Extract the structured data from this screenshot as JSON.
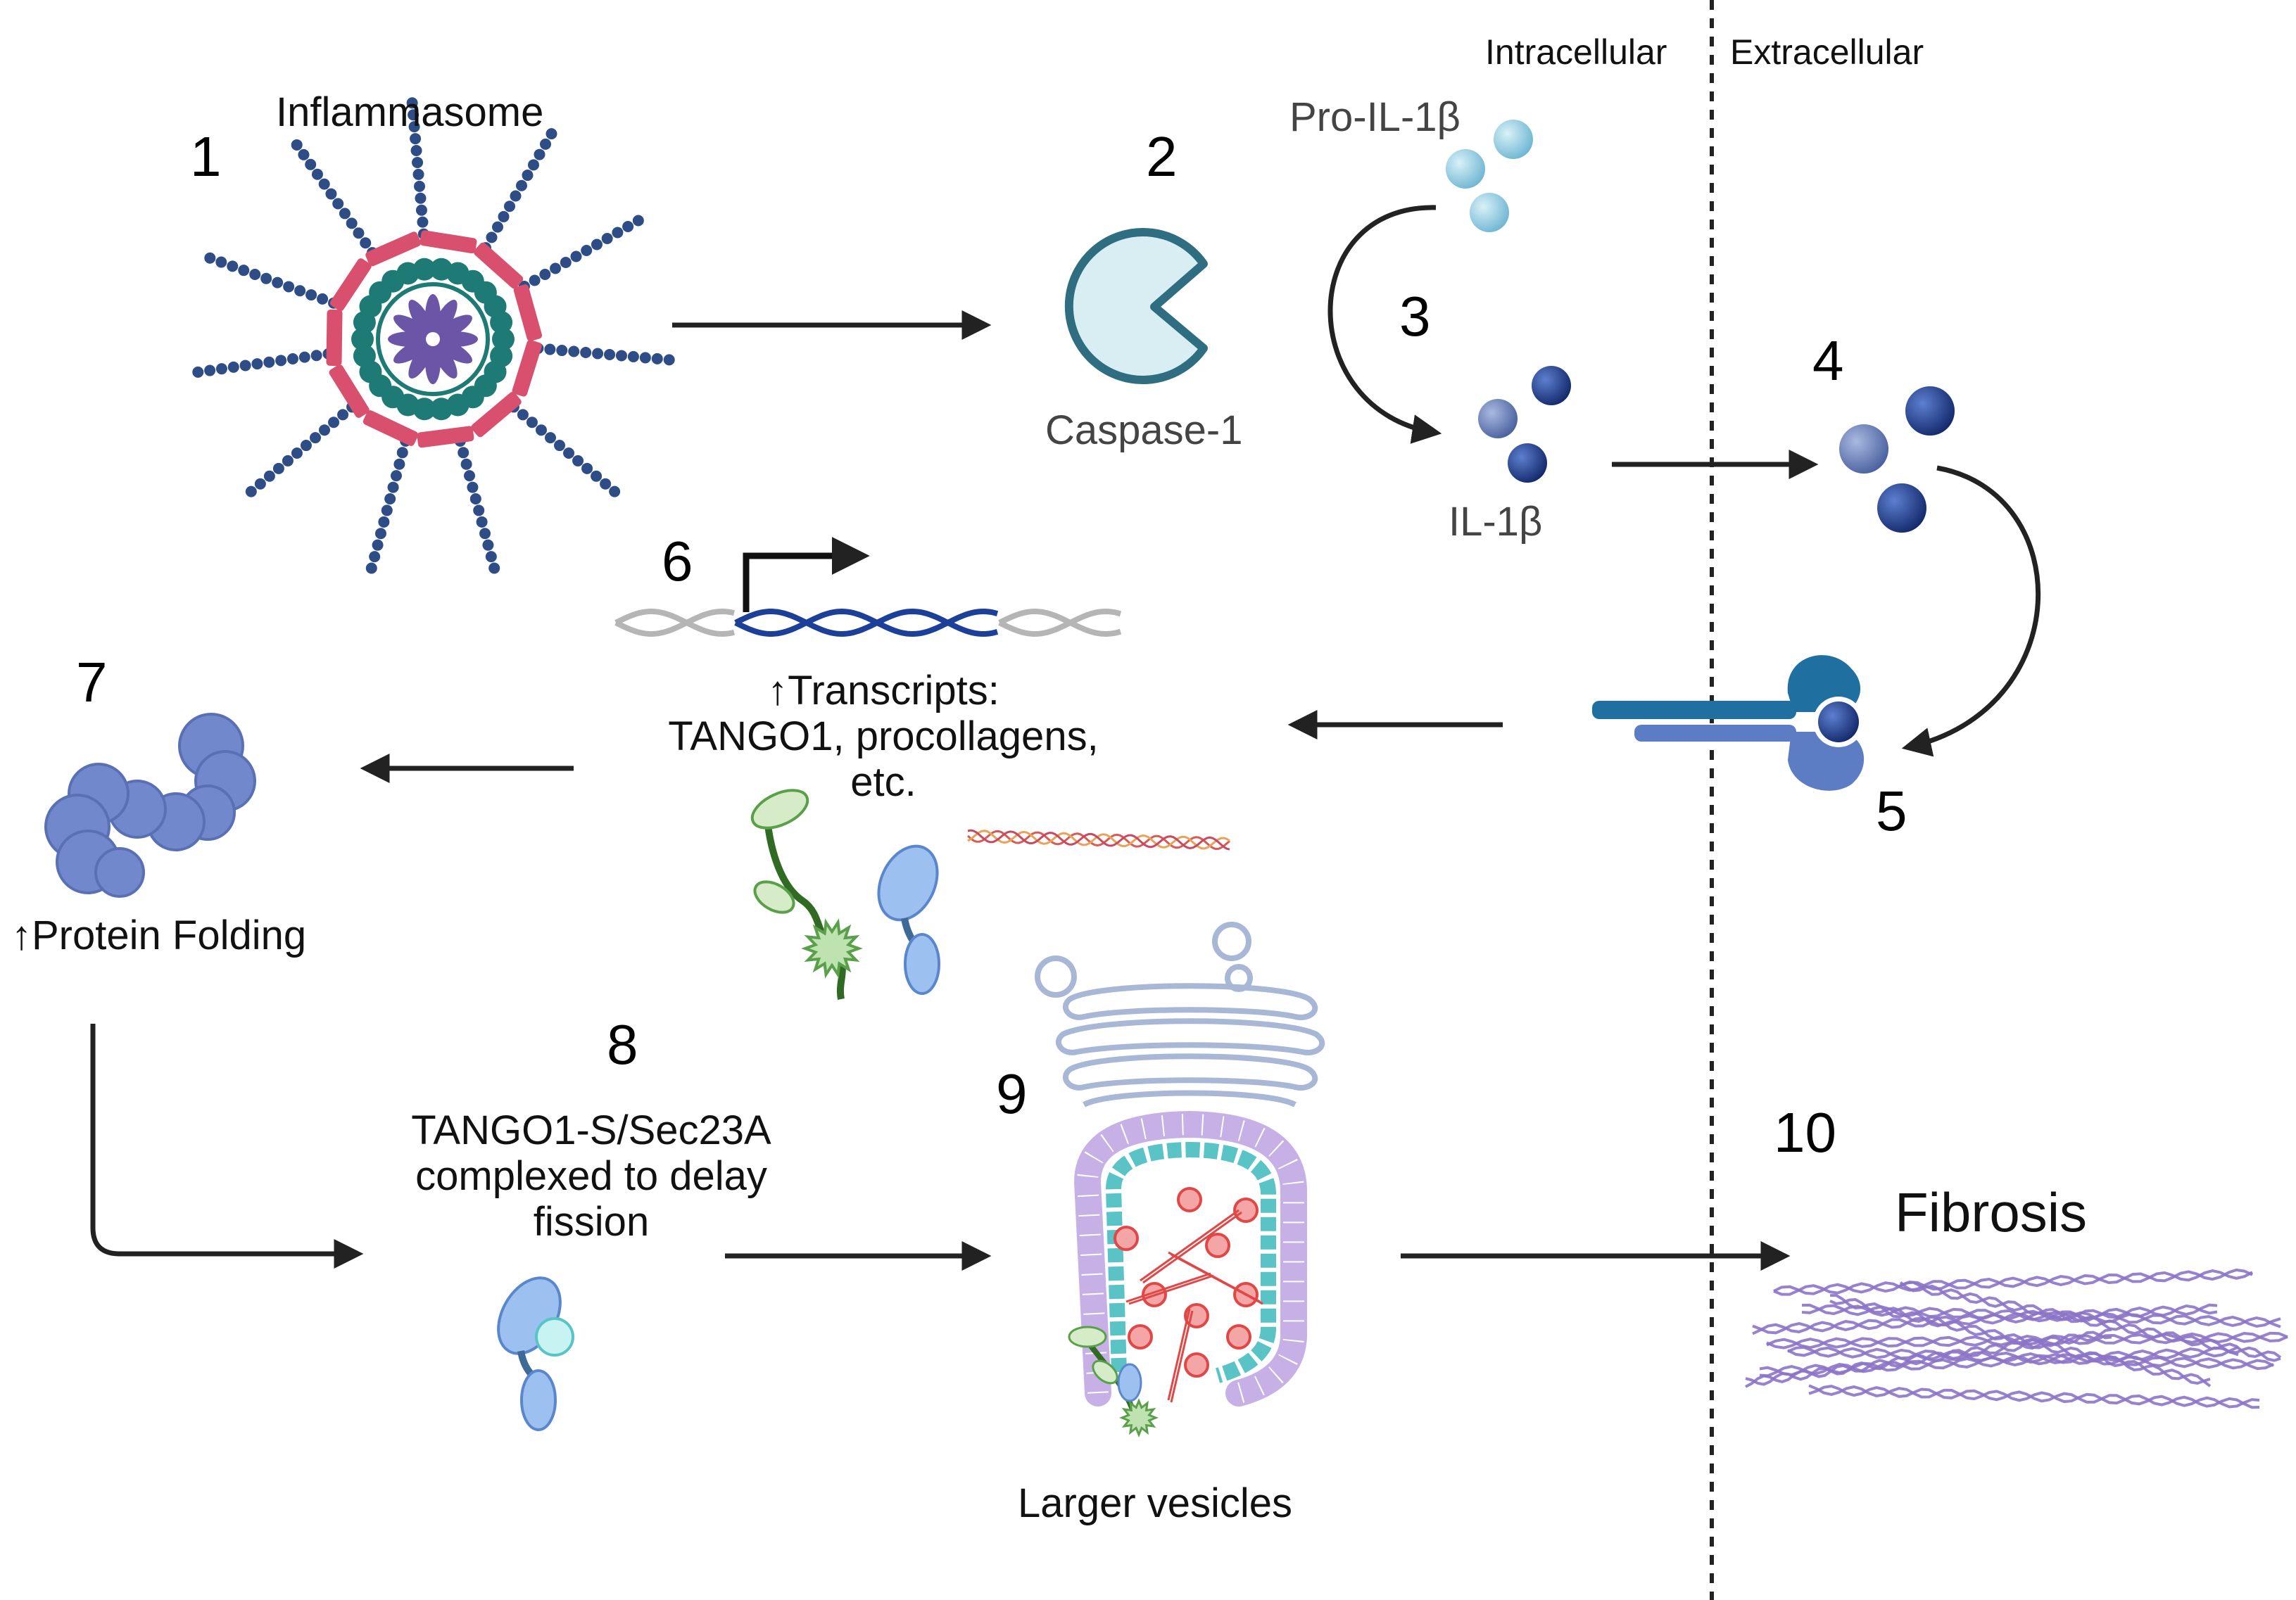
{
  "zones": {
    "intracellular": "Intracellular",
    "extracellular": "Extracellular"
  },
  "steps": {
    "s1": {
      "num": "1",
      "label": "Inflammasome"
    },
    "s2": {
      "num": "2",
      "label": "Caspase-1"
    },
    "s3": {
      "num": "3",
      "pro_label": "Pro-IL-1β",
      "label": "IL-1β"
    },
    "s4": {
      "num": "4"
    },
    "s5": {
      "num": "5"
    },
    "s6": {
      "num": "6",
      "label": "↑Transcripts:\nTANGO1, procollagens,\netc."
    },
    "s7": {
      "num": "7",
      "label": "↑Protein Folding"
    },
    "s8": {
      "num": "8",
      "label": "TANGO1-S/Sec23A\ncomplexed to delay\nfission"
    },
    "s9": {
      "num": "9",
      "label": "Larger vesicles"
    },
    "s10": {
      "num": "10",
      "label": "Fibrosis"
    }
  },
  "colors": {
    "inflammasome_red": "#d9506e",
    "inflammasome_teal": "#1e7a74",
    "inflammasome_purple": "#6a55a6",
    "bead_navy": "#2e4c86",
    "caspase_fill": "#d8eef2",
    "caspase_stroke": "#2e6e80",
    "pro_il_light": "#8ccbe0",
    "il1b_dark": "#1f3f8f",
    "receptor_teal": "#1f6fa0",
    "receptor_blue": "#5c7cc4",
    "dna_blue": "#1c3f9a",
    "dna_gray": "#b5b5b5",
    "protein_blue": "#6f86c9",
    "tango_green": "#5aa04a",
    "collagen_red": "#d95a55",
    "vesicle_purple": "#c7b0e6",
    "vesicle_teal": "#5ac3c6",
    "cargo_red": "#e04848",
    "fibrosis_purple": "#8c74c8",
    "arrow": "#222222"
  }
}
